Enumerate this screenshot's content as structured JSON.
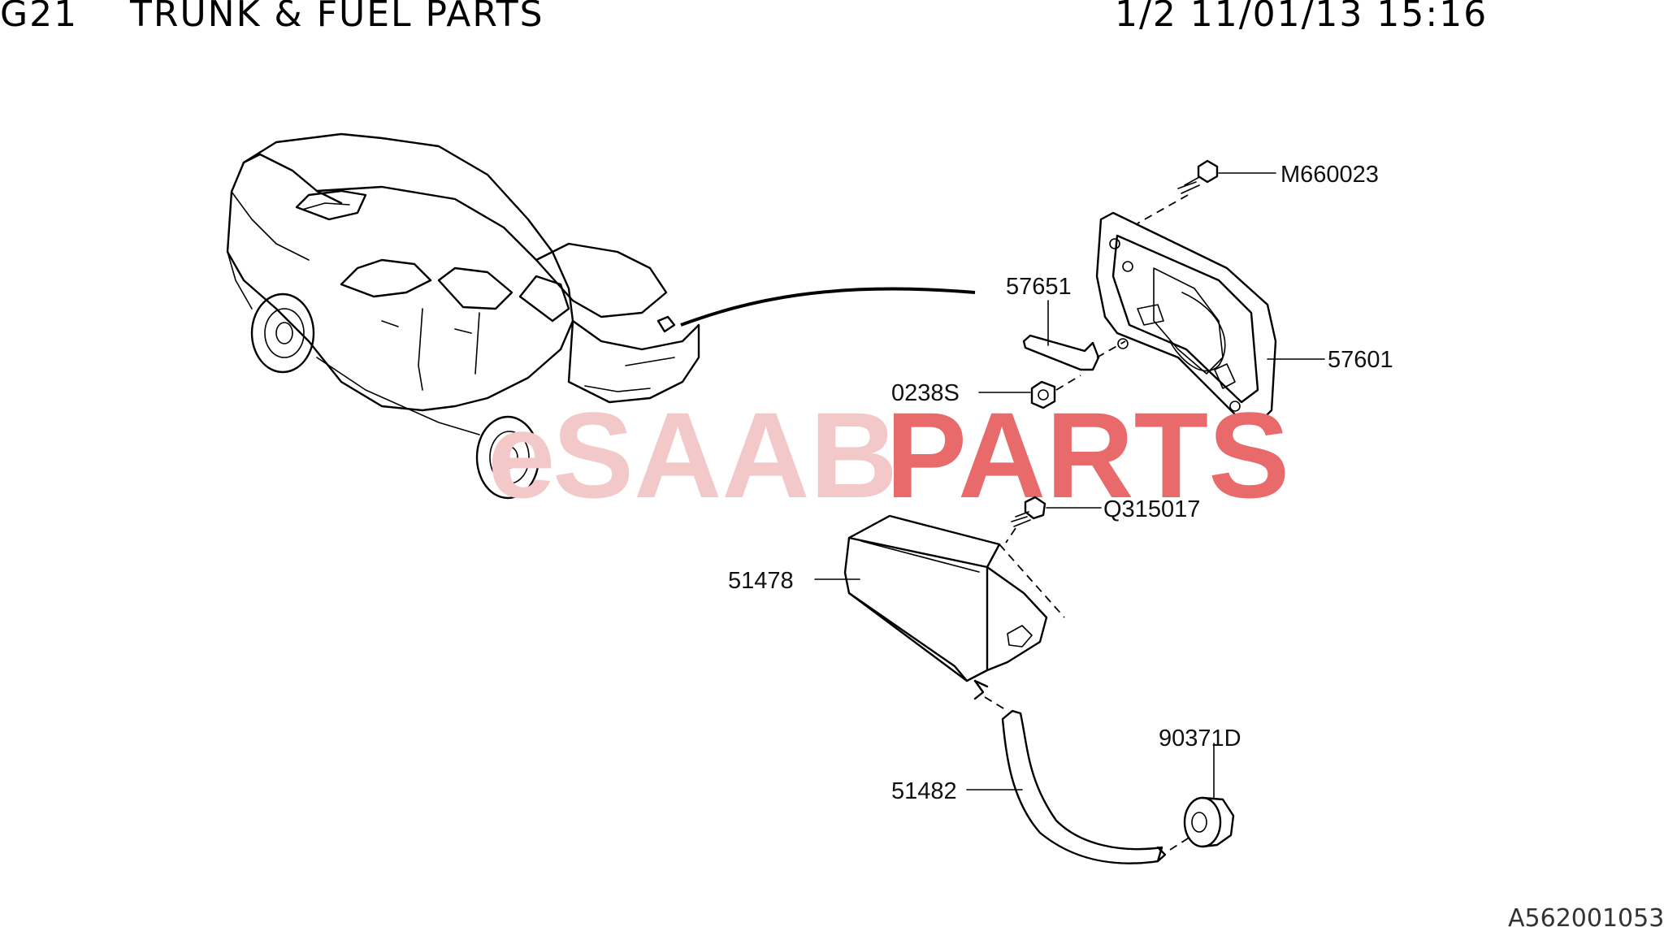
{
  "header": {
    "group_code": "G21",
    "title": "TRUNK & FUEL PARTS",
    "page_info": "1/2 11/01/13 15:16"
  },
  "parts": [
    {
      "id": "M660023",
      "label": "M660023"
    },
    {
      "id": "57651",
      "label": "57651"
    },
    {
      "id": "57601",
      "label": "57601"
    },
    {
      "id": "0238S",
      "label": "0238S"
    },
    {
      "id": "Q315017",
      "label": "Q315017"
    },
    {
      "id": "51478",
      "label": "51478"
    },
    {
      "id": "90371D",
      "label": "90371D"
    },
    {
      "id": "51482",
      "label": "51482"
    }
  ],
  "watermark": {
    "prefix": "e",
    "brand_1": "SAAB",
    "brand_2": "PARTS",
    "color_1": "#f2c8c8",
    "color_2": "#e86a6a"
  },
  "diagram_code": "A562001053"
}
